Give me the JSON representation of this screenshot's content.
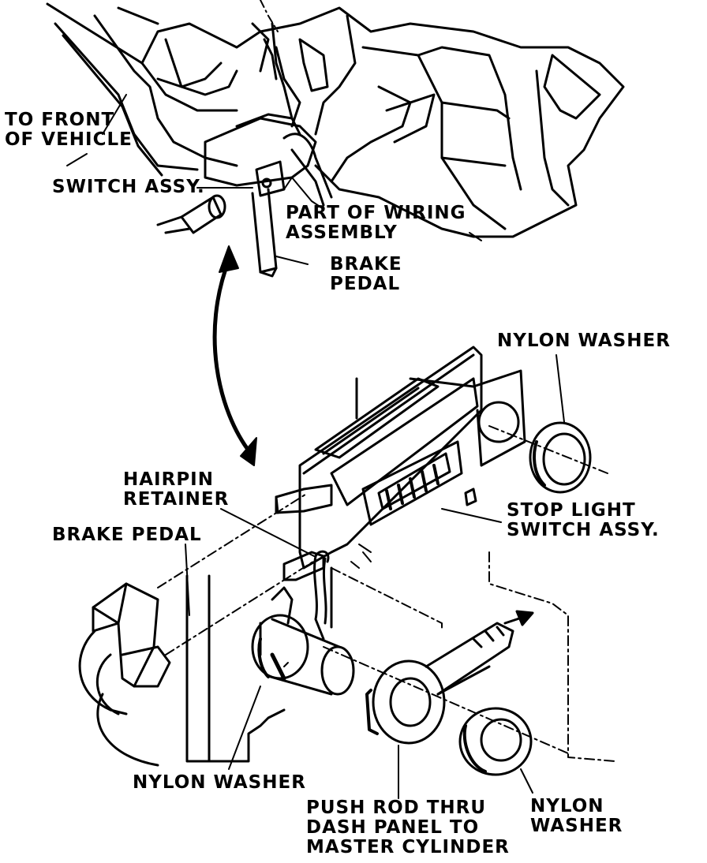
{
  "labels": {
    "to_front": [
      "TO FRONT",
      "OF VEHICLE"
    ],
    "switch_assy": "SWITCH ASSY.",
    "wiring": [
      "PART OF WIRING",
      "ASSEMBLY"
    ],
    "brake_pedal_top": [
      "BRAKE",
      "PEDAL"
    ],
    "nylon_washer_top": "NYLON WASHER",
    "hairpin": [
      "HAIRPIN",
      "RETAINER"
    ],
    "stop_light": [
      "STOP LIGHT",
      "SWITCH ASSY."
    ],
    "brake_pedal_mid": "BRAKE PEDAL",
    "nylon_washer_bottom": "NYLON WASHER",
    "push_rod": [
      "PUSH ROD THRU",
      "DASH PANEL TO",
      "MASTER CYLINDER"
    ],
    "nylon_washer_right": [
      "NYLON",
      "WASHER"
    ]
  },
  "colors": {
    "ink": "#000000",
    "paper": "#ffffff"
  }
}
